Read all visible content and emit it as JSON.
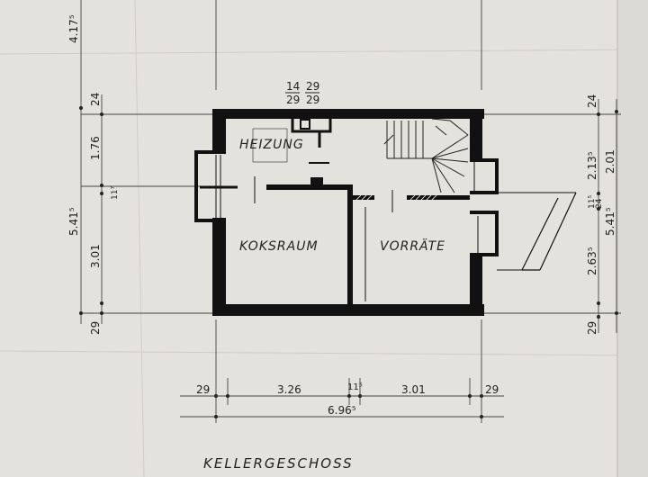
{
  "drawing": {
    "title": "KELLERGESCHOSS",
    "rooms": {
      "heating": "HEIZUNG",
      "coke_room": "KOKSRAUM",
      "storage": "VORRÄTE"
    },
    "chimney_dims": {
      "a_top": "14",
      "a_bottom": "29",
      "b_top": "29",
      "b_bottom": "29"
    },
    "left_dims": {
      "total": "5.41⁵",
      "outer_top": "4.17⁵",
      "top_wall": "24",
      "upper": "1.76",
      "mid": "11⁷",
      "lower": "3.01",
      "bottom_wall": "29"
    },
    "right_dims": {
      "total": "5.41⁵",
      "top_wall": "24",
      "upper_a": "2.13⁵",
      "upper_b": "2.01",
      "mid_a": "11⁵",
      "mid_b": "24",
      "lower": "2.63⁵",
      "bottom_wall": "29"
    },
    "bottom_dims": {
      "left_wall": "29",
      "left_room": "3.26",
      "partition": "11⁵",
      "right_room": "3.01",
      "right_wall": "29",
      "total": "6.96⁵"
    }
  }
}
